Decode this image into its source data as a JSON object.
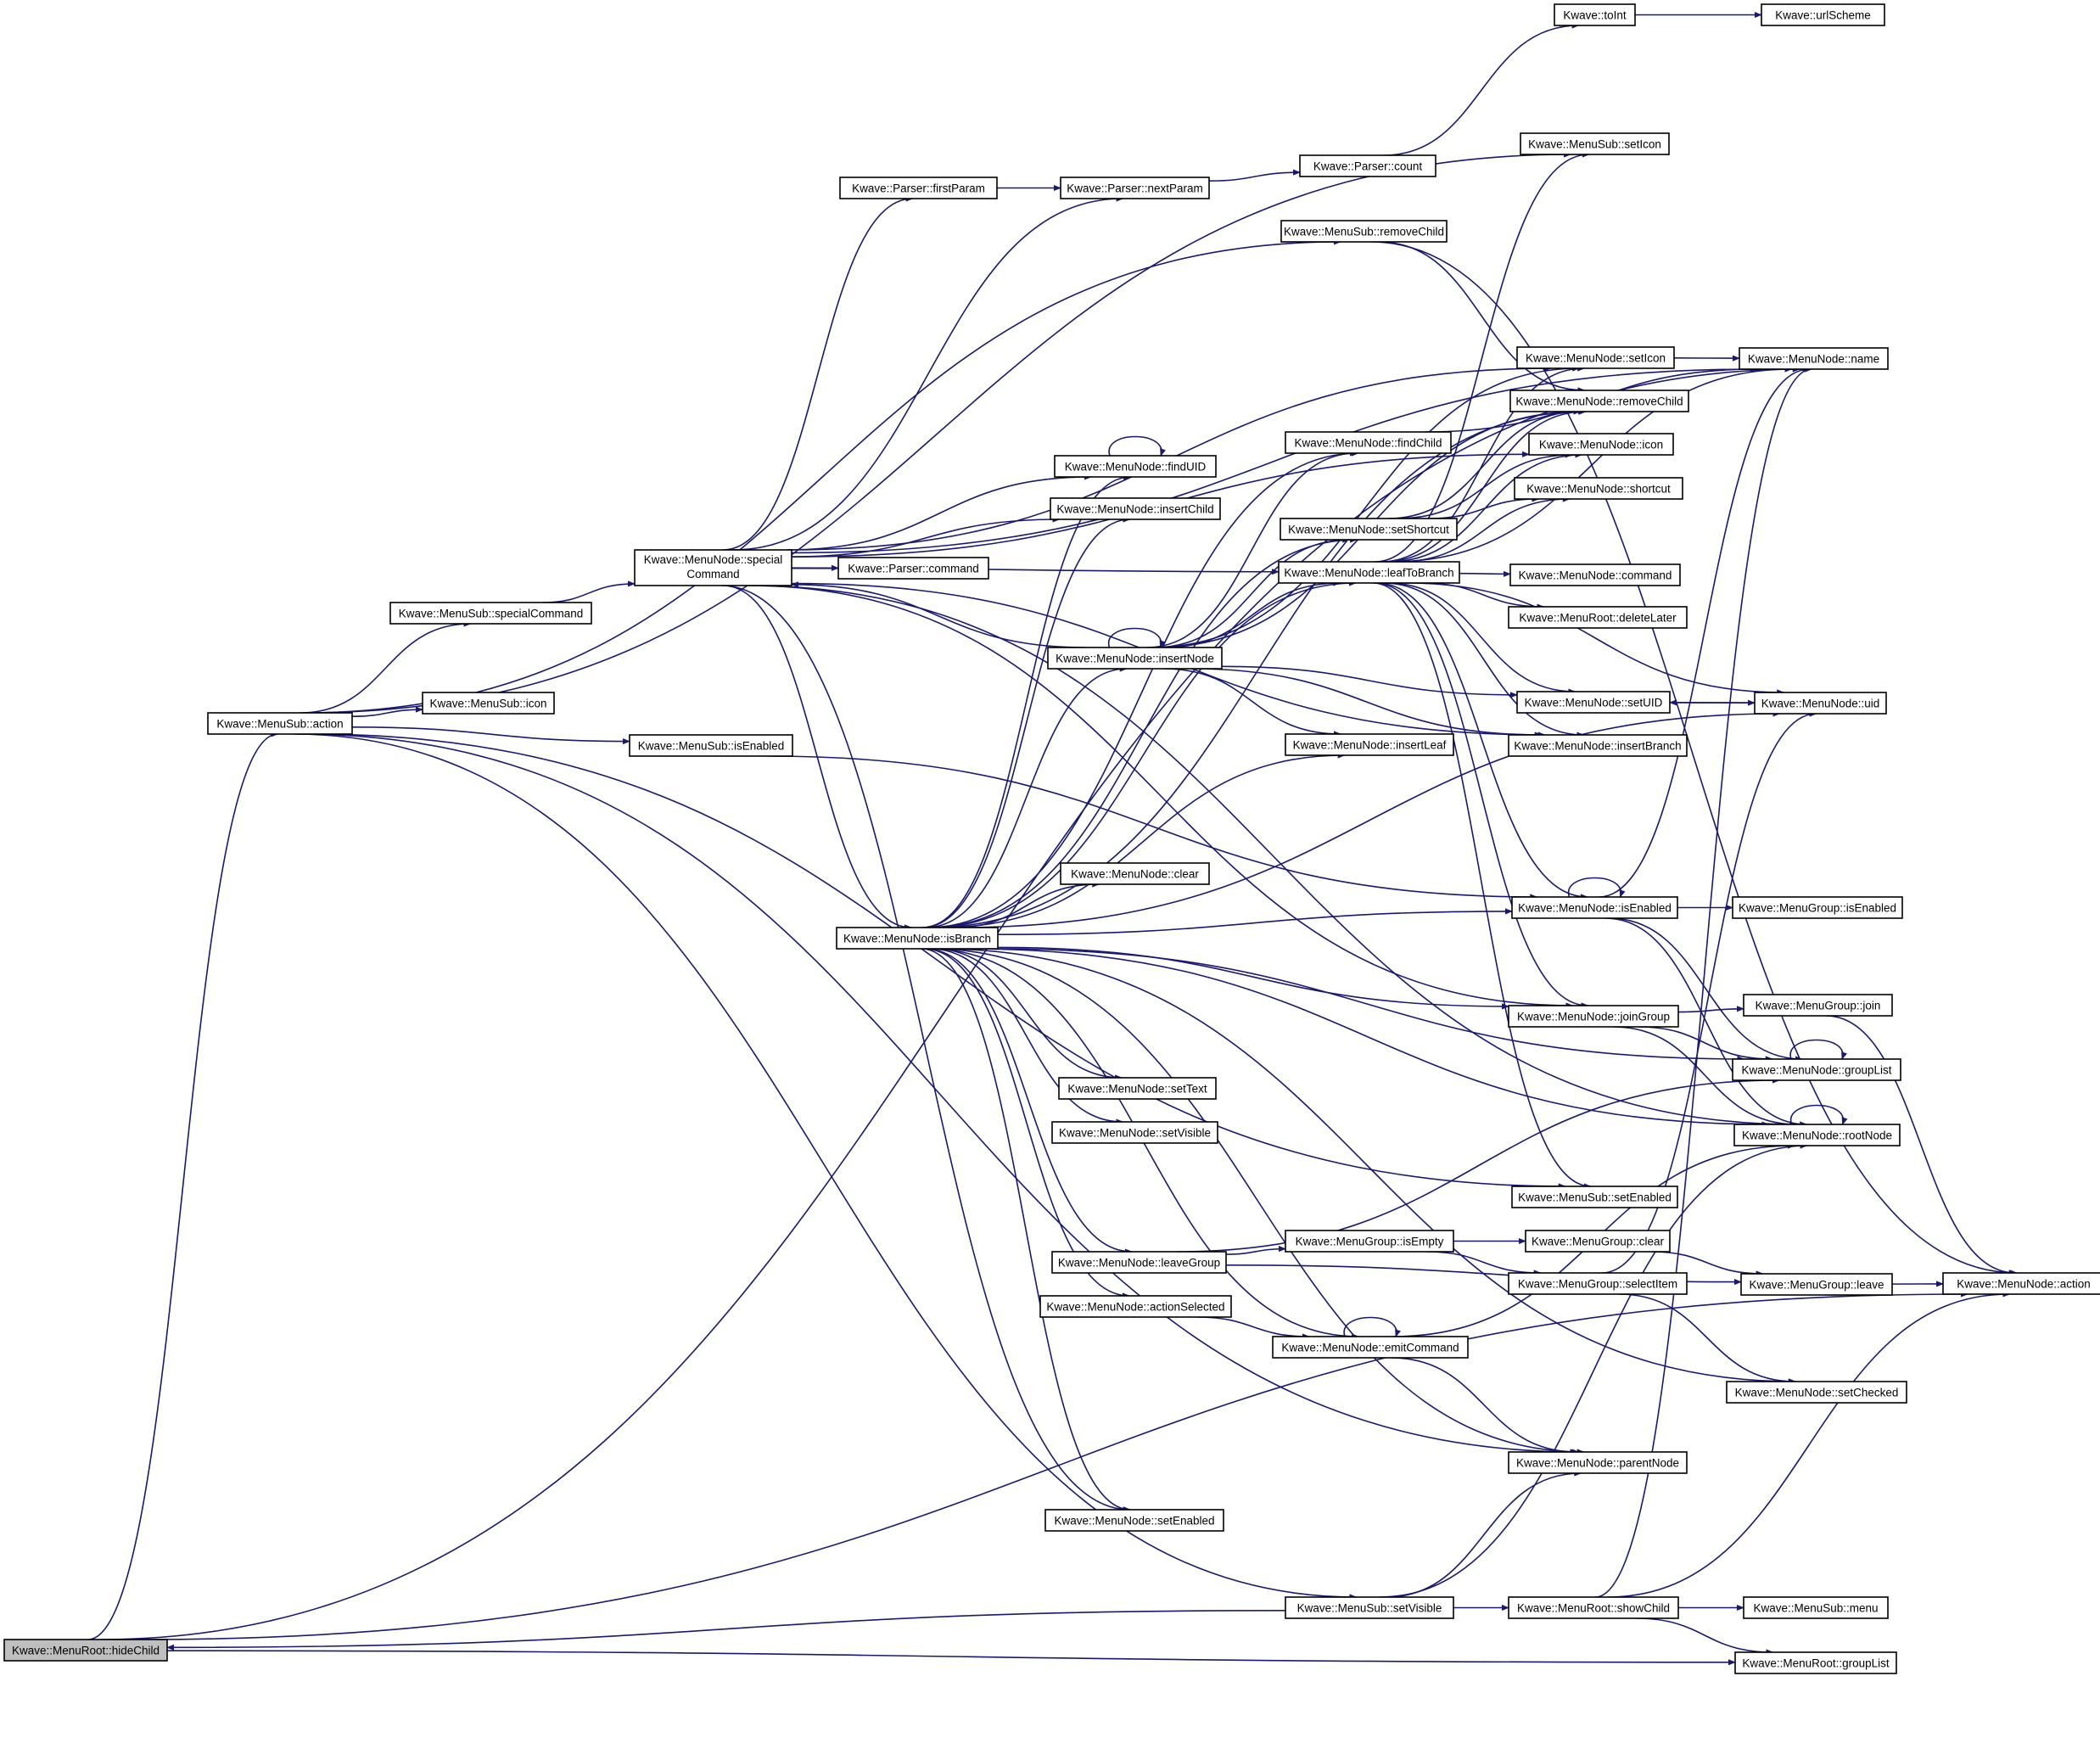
{
  "nodes": [
    {
      "id": "hideChild",
      "label": "Kwave::MenuRoot::hideChild",
      "root": true
    },
    {
      "id": "subAction",
      "label": "Kwave::MenuSub::action"
    },
    {
      "id": "subSpecialCommand",
      "label": "Kwave::MenuSub::specialCommand"
    },
    {
      "id": "subIcon",
      "label": "Kwave::MenuSub::icon"
    },
    {
      "id": "subIsEnabled",
      "label": "Kwave::MenuSub::isEnabled"
    },
    {
      "id": "specialCommand",
      "label": "Kwave::MenuNode::special",
      "label2": "Command"
    },
    {
      "id": "firstParam",
      "label": "Kwave::Parser::firstParam"
    },
    {
      "id": "nextParam",
      "label": "Kwave::Parser::nextParam"
    },
    {
      "id": "parserCount",
      "label": "Kwave::Parser::count"
    },
    {
      "id": "toInt",
      "label": "Kwave::toInt"
    },
    {
      "id": "urlScheme",
      "label": "Kwave::urlScheme"
    },
    {
      "id": "subSetIcon",
      "label": "Kwave::MenuSub::setIcon"
    },
    {
      "id": "subRemoveChild",
      "label": "Kwave::MenuSub::removeChild"
    },
    {
      "id": "parserCommand",
      "label": "Kwave::Parser::command"
    },
    {
      "id": "findUID",
      "label": "Kwave::MenuNode::findUID"
    },
    {
      "id": "insertChild",
      "label": "Kwave::MenuNode::insertChild"
    },
    {
      "id": "insertNode",
      "label": "Kwave::MenuNode::insertNode"
    },
    {
      "id": "isBranch",
      "label": "Kwave::MenuNode::isBranch"
    },
    {
      "id": "nodeClear",
      "label": "Kwave::MenuNode::clear"
    },
    {
      "id": "setText",
      "label": "Kwave::MenuNode::setText"
    },
    {
      "id": "setVisible",
      "label": "Kwave::MenuNode::setVisible"
    },
    {
      "id": "leaveGroup",
      "label": "Kwave::MenuNode::leaveGroup"
    },
    {
      "id": "actionSelected",
      "label": "Kwave::MenuNode::actionSelected"
    },
    {
      "id": "nodeSetEnabled",
      "label": "Kwave::MenuNode::setEnabled"
    },
    {
      "id": "findChild",
      "label": "Kwave::MenuNode::findChild"
    },
    {
      "id": "setShortcut",
      "label": "Kwave::MenuNode::setShortcut"
    },
    {
      "id": "leafToBranch",
      "label": "Kwave::MenuNode::leafToBranch"
    },
    {
      "id": "insertLeaf",
      "label": "Kwave::MenuNode::insertLeaf"
    },
    {
      "id": "groupIsEmpty",
      "label": "Kwave::MenuGroup::isEmpty"
    },
    {
      "id": "emitCommand",
      "label": "Kwave::MenuNode::emitCommand"
    },
    {
      "id": "subSetVisible",
      "label": "Kwave::MenuSub::setVisible"
    },
    {
      "id": "nodeSetIcon",
      "label": "Kwave::MenuNode::setIcon"
    },
    {
      "id": "nodeRemoveChild",
      "label": "Kwave::MenuNode::removeChild"
    },
    {
      "id": "nodeIcon",
      "label": "Kwave::MenuNode::icon"
    },
    {
      "id": "nodeShortcut",
      "label": "Kwave::MenuNode::shortcut"
    },
    {
      "id": "nodeCommand",
      "label": "Kwave::MenuNode::command"
    },
    {
      "id": "rootDeleteLater",
      "label": "Kwave::MenuRoot::deleteLater"
    },
    {
      "id": "setUID",
      "label": "Kwave::MenuNode::setUID"
    },
    {
      "id": "insertBranch",
      "label": "Kwave::MenuNode::insertBranch"
    },
    {
      "id": "nodeIsEnabled",
      "label": "Kwave::MenuNode::isEnabled"
    },
    {
      "id": "joinGroup",
      "label": "Kwave::MenuNode::joinGroup"
    },
    {
      "id": "subSetEnabled",
      "label": "Kwave::MenuSub::setEnabled"
    },
    {
      "id": "groupClear",
      "label": "Kwave::MenuGroup::clear"
    },
    {
      "id": "groupSelectItem",
      "label": "Kwave::MenuGroup::selectItem"
    },
    {
      "id": "parentNode",
      "label": "Kwave::MenuNode::parentNode"
    },
    {
      "id": "showChild",
      "label": "Kwave::MenuRoot::showChild"
    },
    {
      "id": "nodeName",
      "label": "Kwave::MenuNode::name"
    },
    {
      "id": "nodeUid",
      "label": "Kwave::MenuNode::uid"
    },
    {
      "id": "groupIsEnabled",
      "label": "Kwave::MenuGroup::isEnabled"
    },
    {
      "id": "groupJoin",
      "label": "Kwave::MenuGroup::join"
    },
    {
      "id": "groupList",
      "label": "Kwave::MenuNode::groupList"
    },
    {
      "id": "rootNode",
      "label": "Kwave::MenuNode::rootNode"
    },
    {
      "id": "groupLeave",
      "label": "Kwave::MenuGroup::leave"
    },
    {
      "id": "setChecked",
      "label": "Kwave::MenuNode::setChecked"
    },
    {
      "id": "subMenu",
      "label": "Kwave::MenuSub::menu"
    },
    {
      "id": "rootGroupList",
      "label": "Kwave::MenuRoot::groupList"
    },
    {
      "id": "nodeAction",
      "label": "Kwave::MenuNode::action"
    }
  ],
  "edges": [
    [
      "hideChild",
      "subAction"
    ],
    [
      "hideChild",
      "nodeName"
    ],
    [
      "hideChild",
      "rootGroupList"
    ],
    [
      "hideChild",
      "nodeAction"
    ],
    [
      "subSetVisible",
      "hideChild"
    ],
    [
      "subAction",
      "subSpecialCommand"
    ],
    [
      "subAction",
      "subIcon"
    ],
    [
      "subAction",
      "subIsEnabled"
    ],
    [
      "subAction",
      "subSetIcon"
    ],
    [
      "subAction",
      "subRemoveChild"
    ],
    [
      "subAction",
      "parentNode"
    ],
    [
      "subAction",
      "subSetEnabled"
    ],
    [
      "subAction",
      "subSetVisible"
    ],
    [
      "subSpecialCommand",
      "specialCommand"
    ],
    [
      "subIsEnabled",
      "nodeIsEnabled"
    ],
    [
      "subRemoveChild",
      "nodeRemoveChild"
    ],
    [
      "subRemoveChild",
      "nodeAction"
    ],
    [
      "specialCommand",
      "firstParam"
    ],
    [
      "specialCommand",
      "nextParam"
    ],
    [
      "specialCommand",
      "parserCommand"
    ],
    [
      "specialCommand",
      "findUID"
    ],
    [
      "specialCommand",
      "insertChild"
    ],
    [
      "specialCommand",
      "isBranch"
    ],
    [
      "specialCommand",
      "nodeName"
    ],
    [
      "specialCommand",
      "nodeSetIcon"
    ],
    [
      "specialCommand",
      "nodeIcon"
    ],
    [
      "specialCommand",
      "insertBranch"
    ],
    [
      "specialCommand",
      "leafToBranch"
    ],
    [
      "specialCommand",
      "nodeSetEnabled"
    ],
    [
      "specialCommand",
      "rootNode"
    ],
    [
      "specialCommand",
      "joinGroup"
    ],
    [
      "firstParam",
      "nextParam"
    ],
    [
      "nextParam",
      "parserCount"
    ],
    [
      "parserCount",
      "toInt"
    ],
    [
      "toInt",
      "urlScheme"
    ],
    [
      "findUID",
      "findUID"
    ],
    [
      "insertNode",
      "insertNode"
    ],
    [
      "insertNode",
      "specialCommand"
    ],
    [
      "insertNode",
      "leafToBranch"
    ],
    [
      "insertNode",
      "insertLeaf"
    ],
    [
      "insertNode",
      "insertBranch"
    ],
    [
      "insertNode",
      "setUID"
    ],
    [
      "insertNode",
      "findChild"
    ],
    [
      "insertNode",
      "setShortcut"
    ],
    [
      "insertNode",
      "nodeSetIcon"
    ],
    [
      "insertNode",
      "nodeRemoveChild"
    ],
    [
      "isBranch",
      "findUID"
    ],
    [
      "isBranch",
      "insertChild"
    ],
    [
      "isBranch",
      "insertNode"
    ],
    [
      "isBranch",
      "nodeClear"
    ],
    [
      "isBranch",
      "setText"
    ],
    [
      "isBranch",
      "setVisible"
    ],
    [
      "isBranch",
      "leaveGroup"
    ],
    [
      "isBranch",
      "actionSelected"
    ],
    [
      "isBranch",
      "nodeSetEnabled"
    ],
    [
      "isBranch",
      "emitCommand"
    ],
    [
      "isBranch",
      "leafToBranch"
    ],
    [
      "isBranch",
      "findChild"
    ],
    [
      "isBranch",
      "setShortcut"
    ],
    [
      "isBranch",
      "insertLeaf"
    ],
    [
      "isBranch",
      "nodeIsEnabled"
    ],
    [
      "isBranch",
      "joinGroup"
    ],
    [
      "isBranch",
      "groupList"
    ],
    [
      "isBranch",
      "rootNode"
    ],
    [
      "isBranch",
      "setChecked"
    ],
    [
      "isBranch",
      "parentNode"
    ],
    [
      "isBranch",
      "nodeUid"
    ],
    [
      "isBranch",
      "nodeRemoveChild"
    ],
    [
      "findChild",
      "nodeName"
    ],
    [
      "setShortcut",
      "nodeShortcut"
    ],
    [
      "setShortcut",
      "nodeRemoveChild"
    ],
    [
      "setShortcut",
      "nodeIcon"
    ],
    [
      "leafToBranch",
      "nodeCommand"
    ],
    [
      "leafToBranch",
      "rootDeleteLater"
    ],
    [
      "leafToBranch",
      "setUID"
    ],
    [
      "leafToBranch",
      "insertBranch"
    ],
    [
      "leafToBranch",
      "nodeIsEnabled"
    ],
    [
      "leafToBranch",
      "joinGroup"
    ],
    [
      "leafToBranch",
      "subSetEnabled"
    ],
    [
      "leafToBranch",
      "subSetIcon"
    ],
    [
      "leafToBranch",
      "nodeSetIcon"
    ],
    [
      "leafToBranch",
      "nodeRemoveChild"
    ],
    [
      "leafToBranch",
      "nodeIcon"
    ],
    [
      "leafToBranch",
      "nodeShortcut"
    ],
    [
      "leafToBranch",
      "nodeName"
    ],
    [
      "leafToBranch",
      "nodeUid"
    ],
    [
      "nodeSetIcon",
      "nodeName"
    ],
    [
      "setUID",
      "nodeUid"
    ],
    [
      "nodeUid",
      "setUID"
    ],
    [
      "nodeIsEnabled",
      "nodeIsEnabled"
    ],
    [
      "nodeIsEnabled",
      "groupIsEnabled"
    ],
    [
      "nodeIsEnabled",
      "nodeName"
    ],
    [
      "nodeIsEnabled",
      "groupList"
    ],
    [
      "nodeIsEnabled",
      "rootNode"
    ],
    [
      "joinGroup",
      "groupJoin"
    ],
    [
      "joinGroup",
      "groupList"
    ],
    [
      "joinGroup",
      "rootNode"
    ],
    [
      "groupJoin",
      "nodeAction"
    ],
    [
      "groupList",
      "groupList"
    ],
    [
      "rootNode",
      "rootNode"
    ],
    [
      "leaveGroup",
      "groupIsEmpty"
    ],
    [
      "leaveGroup",
      "groupList"
    ],
    [
      "leaveGroup",
      "groupLeave"
    ],
    [
      "groupIsEmpty",
      "groupClear"
    ],
    [
      "groupIsEmpty",
      "groupSelectItem"
    ],
    [
      "groupClear",
      "groupLeave"
    ],
    [
      "groupSelectItem",
      "nodeUid"
    ],
    [
      "groupSelectItem",
      "setChecked"
    ],
    [
      "groupLeave",
      "nodeAction"
    ],
    [
      "actionSelected",
      "emitCommand"
    ],
    [
      "emitCommand",
      "emitCommand"
    ],
    [
      "emitCommand",
      "parentNode"
    ],
    [
      "emitCommand",
      "rootNode"
    ],
    [
      "subSetVisible",
      "showChild"
    ],
    [
      "subSetVisible",
      "parentNode"
    ],
    [
      "subSetVisible",
      "rootNode"
    ],
    [
      "showChild",
      "subMenu"
    ],
    [
      "showChild",
      "rootGroupList"
    ],
    [
      "showChild",
      "nodeAction"
    ],
    [
      "showChild",
      "nodeName"
    ]
  ]
}
